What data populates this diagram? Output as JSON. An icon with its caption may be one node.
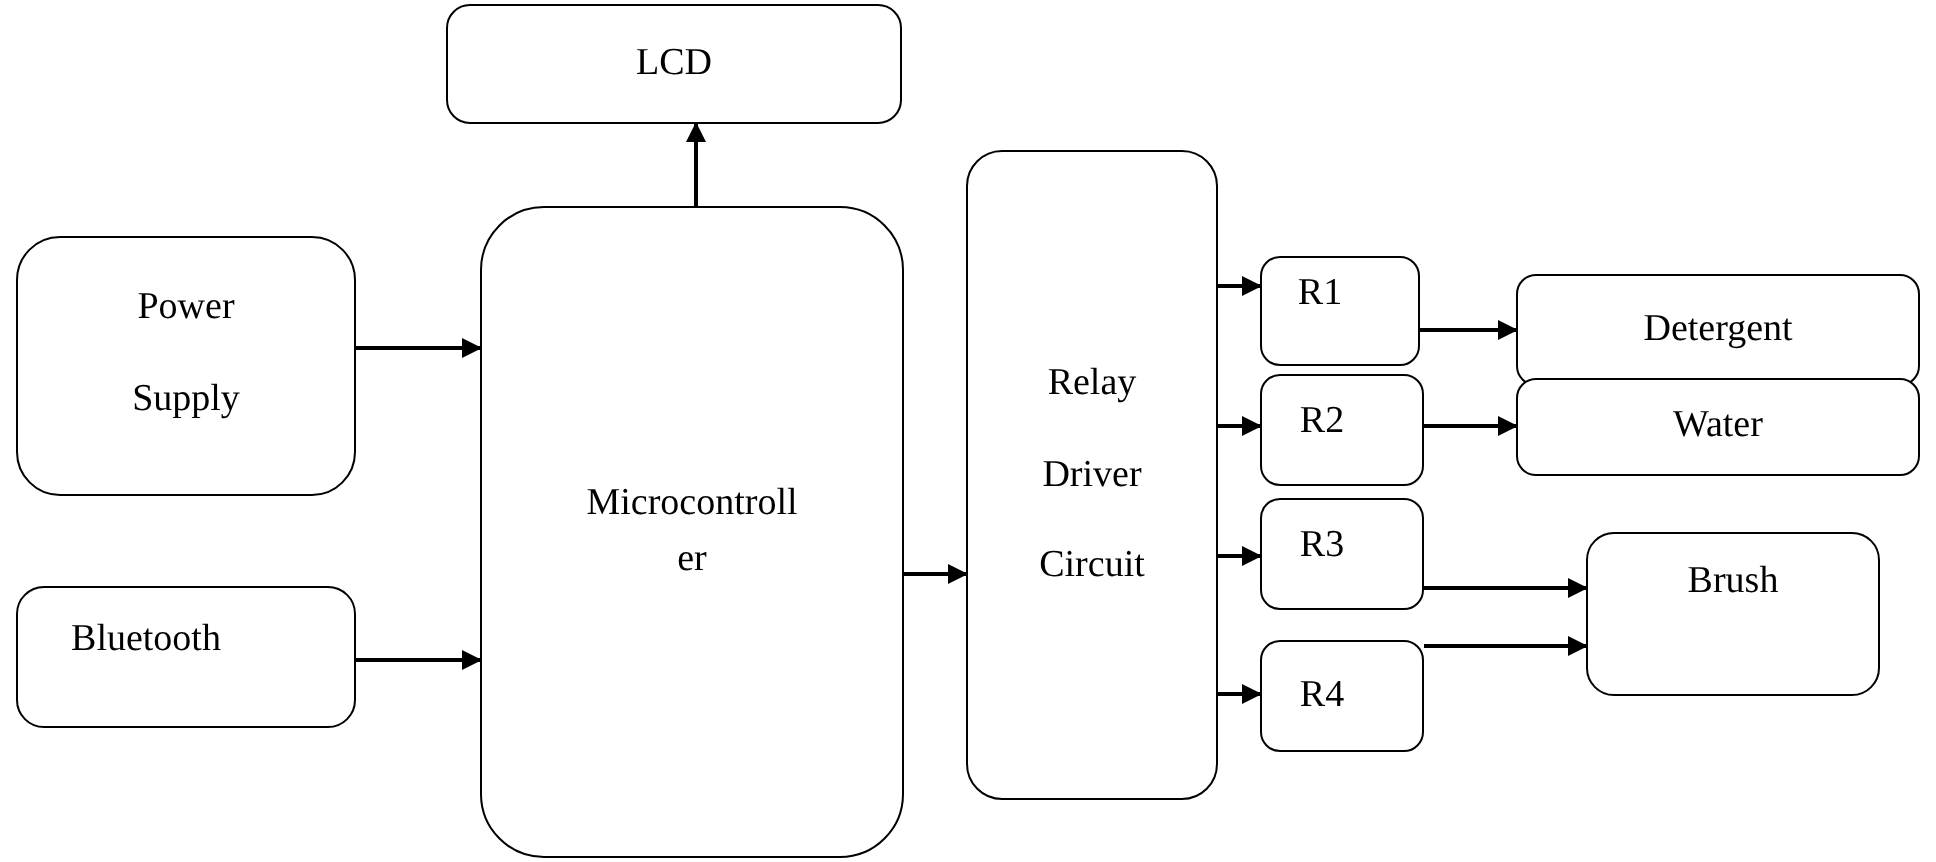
{
  "diagram": {
    "nodes": [
      {
        "text": [
          "LCD"
        ]
      },
      {
        "text": [
          "Power Supply"
        ]
      },
      {
        "text": [
          "Bluetooth"
        ]
      },
      {
        "text": [
          "Microcontroll er"
        ]
      },
      {
        "text": [
          "Relay Driver Circuit"
        ]
      },
      {
        "text": [
          "R1"
        ]
      },
      {
        "text": [
          "R2"
        ]
      },
      {
        "text": [
          "R3"
        ]
      },
      {
        "text": [
          "R4"
        ]
      },
      {
        "text": [
          "Detergent"
        ]
      },
      {
        "text": [
          "Water"
        ]
      },
      {
        "text": [
          "Brush"
        ]
      }
    ],
    "edges": [
      {
        "from": 1,
        "to": 3,
        "arrow": "to"
      },
      {
        "from": 2,
        "to": 3,
        "arrow": "to"
      },
      {
        "from": 3,
        "to": 0,
        "arrow": "to"
      },
      {
        "from": 3,
        "to": 4,
        "arrow": "to"
      },
      {
        "from": 4,
        "to": 5,
        "arrow": "to"
      },
      {
        "from": 4,
        "to": 6,
        "arrow": "to"
      },
      {
        "from": 4,
        "to": 7,
        "arrow": "to"
      },
      {
        "from": 4,
        "to": 8,
        "arrow": "to"
      },
      {
        "from": 5,
        "to": 9,
        "arrow": "to"
      },
      {
        "from": 6,
        "to": 10,
        "arrow": "to"
      },
      {
        "from": 7,
        "to": 11,
        "arrow": "to"
      },
      {
        "from": 8,
        "to": 11,
        "arrow": "to"
      }
    ]
  }
}
